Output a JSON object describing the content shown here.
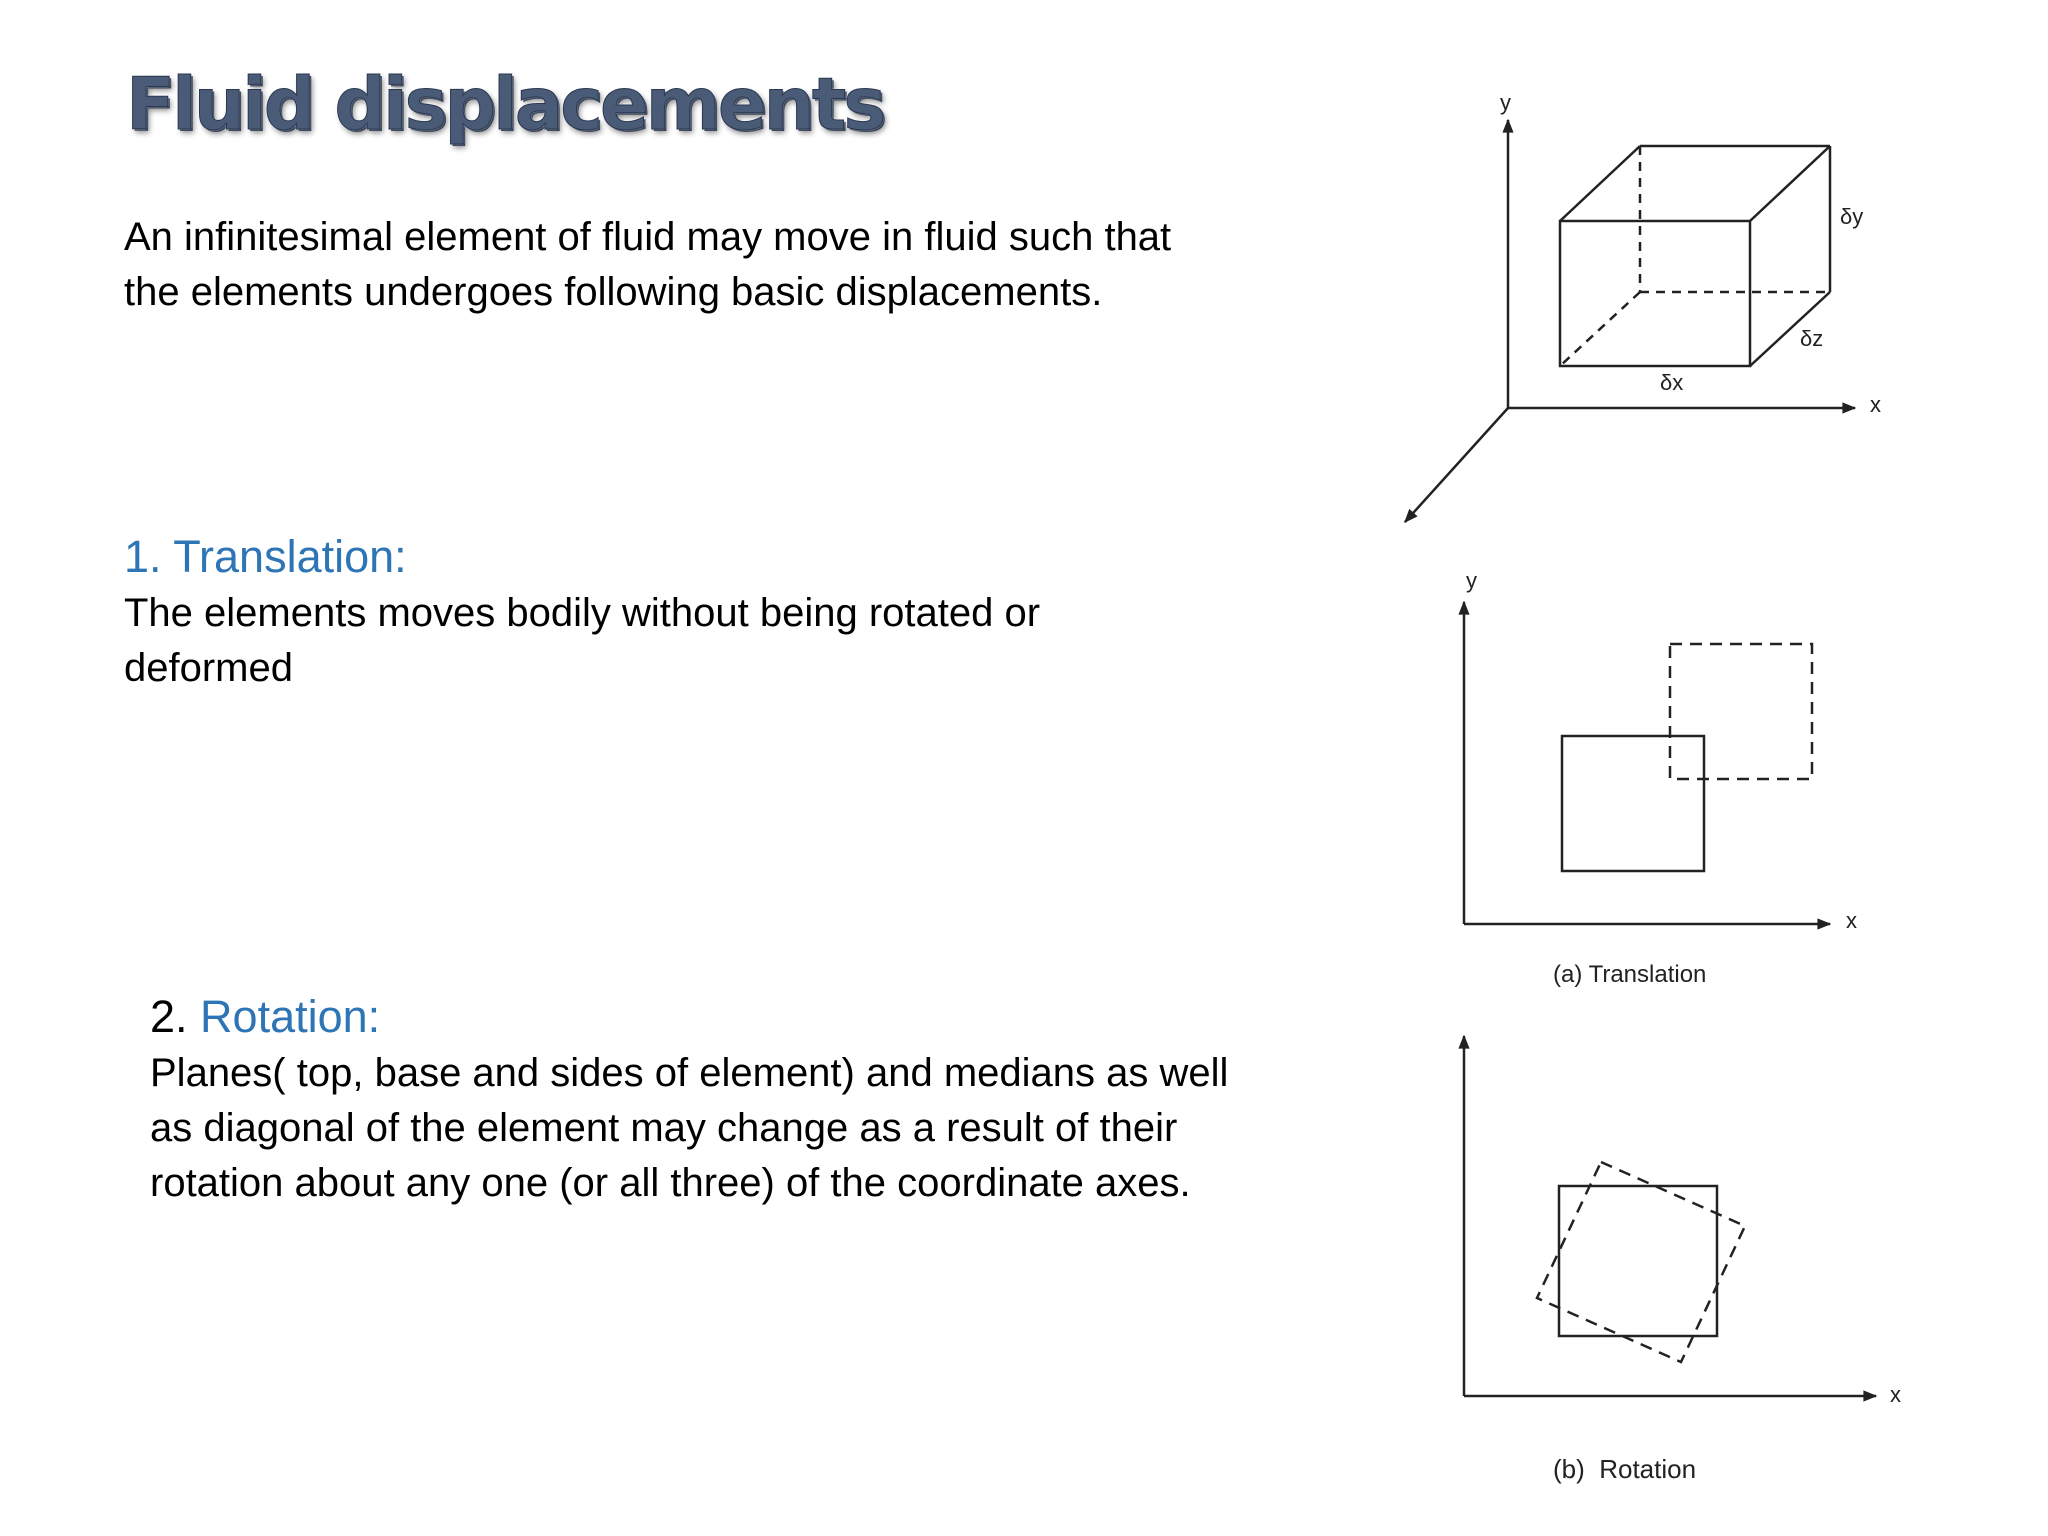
{
  "title": "Fluid displacements",
  "intro": "An infinitesimal element of fluid may move in fluid such that the elements undergoes following basic displacements.",
  "sections": [
    {
      "number": "1. ",
      "name": "Translation:",
      "description": "The elements moves bodily without being rotated or deformed"
    },
    {
      "number": "2. ",
      "name": "Rotation:",
      "description": "Planes( top, base and sides of element) and medians as well as diagonal of the element may change as a result of their rotation about any one (or all three) of the coordinate axes."
    }
  ],
  "figures": {
    "element": {
      "y_label": "y",
      "x_label": "x",
      "dx_label": "δx",
      "dy_label": "δy",
      "dz_label": "δz"
    },
    "translation": {
      "y_label": "y",
      "x_label": "x",
      "caption": "(a) Translation"
    },
    "rotation": {
      "x_label": "x",
      "caption": "(b)  Rotation"
    }
  },
  "colors": {
    "title": "#4a5b78",
    "accent": "#2e75b6",
    "text": "#000000"
  }
}
